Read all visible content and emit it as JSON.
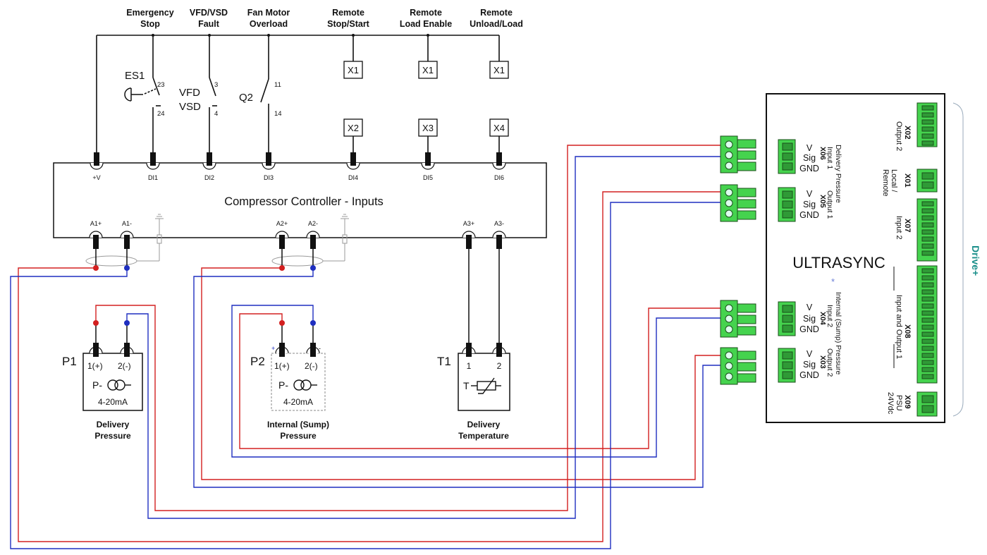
{
  "colors": {
    "red": "#d32020",
    "blue": "#1f2fc0",
    "green": "#45d34e",
    "teal": "#1a8f8a",
    "black": "#111111"
  },
  "top_labels": {
    "estop": [
      "Emergency",
      "Stop"
    ],
    "vfd": [
      "VFD/VSD",
      "Fault"
    ],
    "fan": [
      "Fan Motor",
      "Overload"
    ],
    "remote_start": [
      "Remote",
      "Stop/Start"
    ],
    "remote_load": [
      "Remote",
      "Load Enable"
    ],
    "remote_unload": [
      "Remote",
      "Unload/Load"
    ]
  },
  "devices": {
    "es1": "ES1",
    "es1_pins": [
      "23",
      "24"
    ],
    "vfd": [
      "VFD",
      "VSD"
    ],
    "vfd_pins": [
      "3",
      "4"
    ],
    "q2": "Q2",
    "q2_pins": [
      "11",
      "14"
    ]
  },
  "relays_top": [
    "X1",
    "X1",
    "X1"
  ],
  "relays_bottom": [
    "X2",
    "X3",
    "X4"
  ],
  "controller": {
    "title": "Compressor Controller - Inputs",
    "top_terminals": [
      "+V",
      "DI1",
      "DI2",
      "DI3",
      "DI4",
      "DI5",
      "DI6"
    ],
    "bottom_terminals": [
      "A1+",
      "A1-",
      "A2+",
      "A2-",
      "A3+",
      "A3-"
    ]
  },
  "sensors": {
    "p1": {
      "tag": "P1",
      "pins": [
        "1(+)",
        "2(-)"
      ],
      "symbol": "P-",
      "range": "4-20mA",
      "caption": [
        "Delivery",
        "Pressure"
      ]
    },
    "p2": {
      "tag": "P2",
      "pins": [
        "1(+)",
        "2(-)"
      ],
      "marks": [
        "+",
        "-"
      ],
      "symbol": "P-",
      "range": "4-20mA",
      "caption": [
        "Internal (Sump)",
        "Pressure"
      ]
    },
    "t1": {
      "tag": "T1",
      "pins": [
        "1",
        "2"
      ],
      "symbol": "T",
      "caption": [
        "Delivery",
        "Temperature"
      ]
    }
  },
  "drive": {
    "title": "ULTRASYNC",
    "side_label": "Drive+",
    "x02": [
      "X02",
      "Output 2"
    ],
    "x01": [
      "X01",
      "Local /",
      "Remote"
    ],
    "x07": [
      "X07",
      "Input 2"
    ],
    "x08": [
      "X08",
      "Input and Output 1"
    ],
    "x09": [
      "X09",
      "PSU",
      "24Vdc"
    ],
    "x06": [
      "X06",
      "Input 1"
    ],
    "x05": [
      "X05",
      "Output 1"
    ],
    "x04": [
      "X04",
      "Input 2"
    ],
    "x03": [
      "X03",
      "Output 2"
    ],
    "delivery_pressure": "Delivery Pressure",
    "internal_pressure": "Internal (Sump) Pressure",
    "asterisk": "*",
    "pin_labels": [
      "V",
      "Sig",
      "GND"
    ]
  }
}
